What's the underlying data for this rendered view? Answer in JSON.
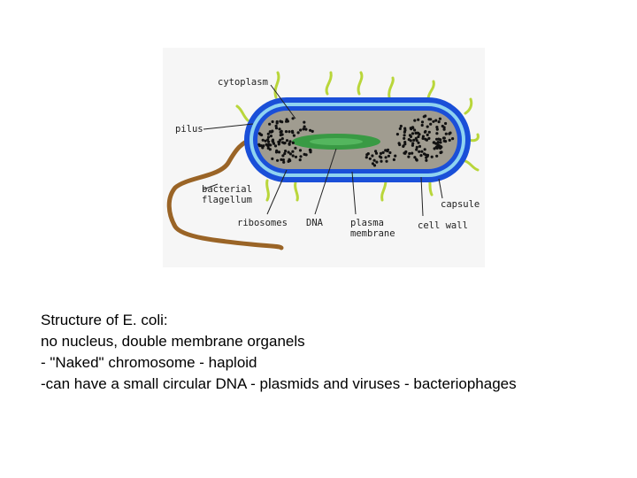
{
  "diagram": {
    "labels": {
      "cytoplasm": "cytoplasm",
      "pilus": "pilus",
      "flagellum_1": "bacterial",
      "flagellum_2": "flagellum",
      "ribosomes": "ribosomes",
      "dna": "DNA",
      "membrane_1": "plasma",
      "membrane_2": "membrane",
      "capsule": "capsule",
      "cell_wall": "cell wall"
    },
    "colors": {
      "capsule": "#1a4fd8",
      "cell_wall": "#8fd3f0",
      "cytoplasm": "#a09c90",
      "dna": "#2e9a3c",
      "pili": "#b9d63a",
      "flagellum": "#9a6426",
      "ribosomes": "#111111"
    }
  },
  "caption": {
    "line1": "Structure of E. coli:",
    "line2": "no nucleus, double membrane organels",
    "line3": "- \"Naked\" chromosome - haploid",
    "line4": "-can have a small circular DNA - plasmids and viruses - bacteriophages"
  }
}
